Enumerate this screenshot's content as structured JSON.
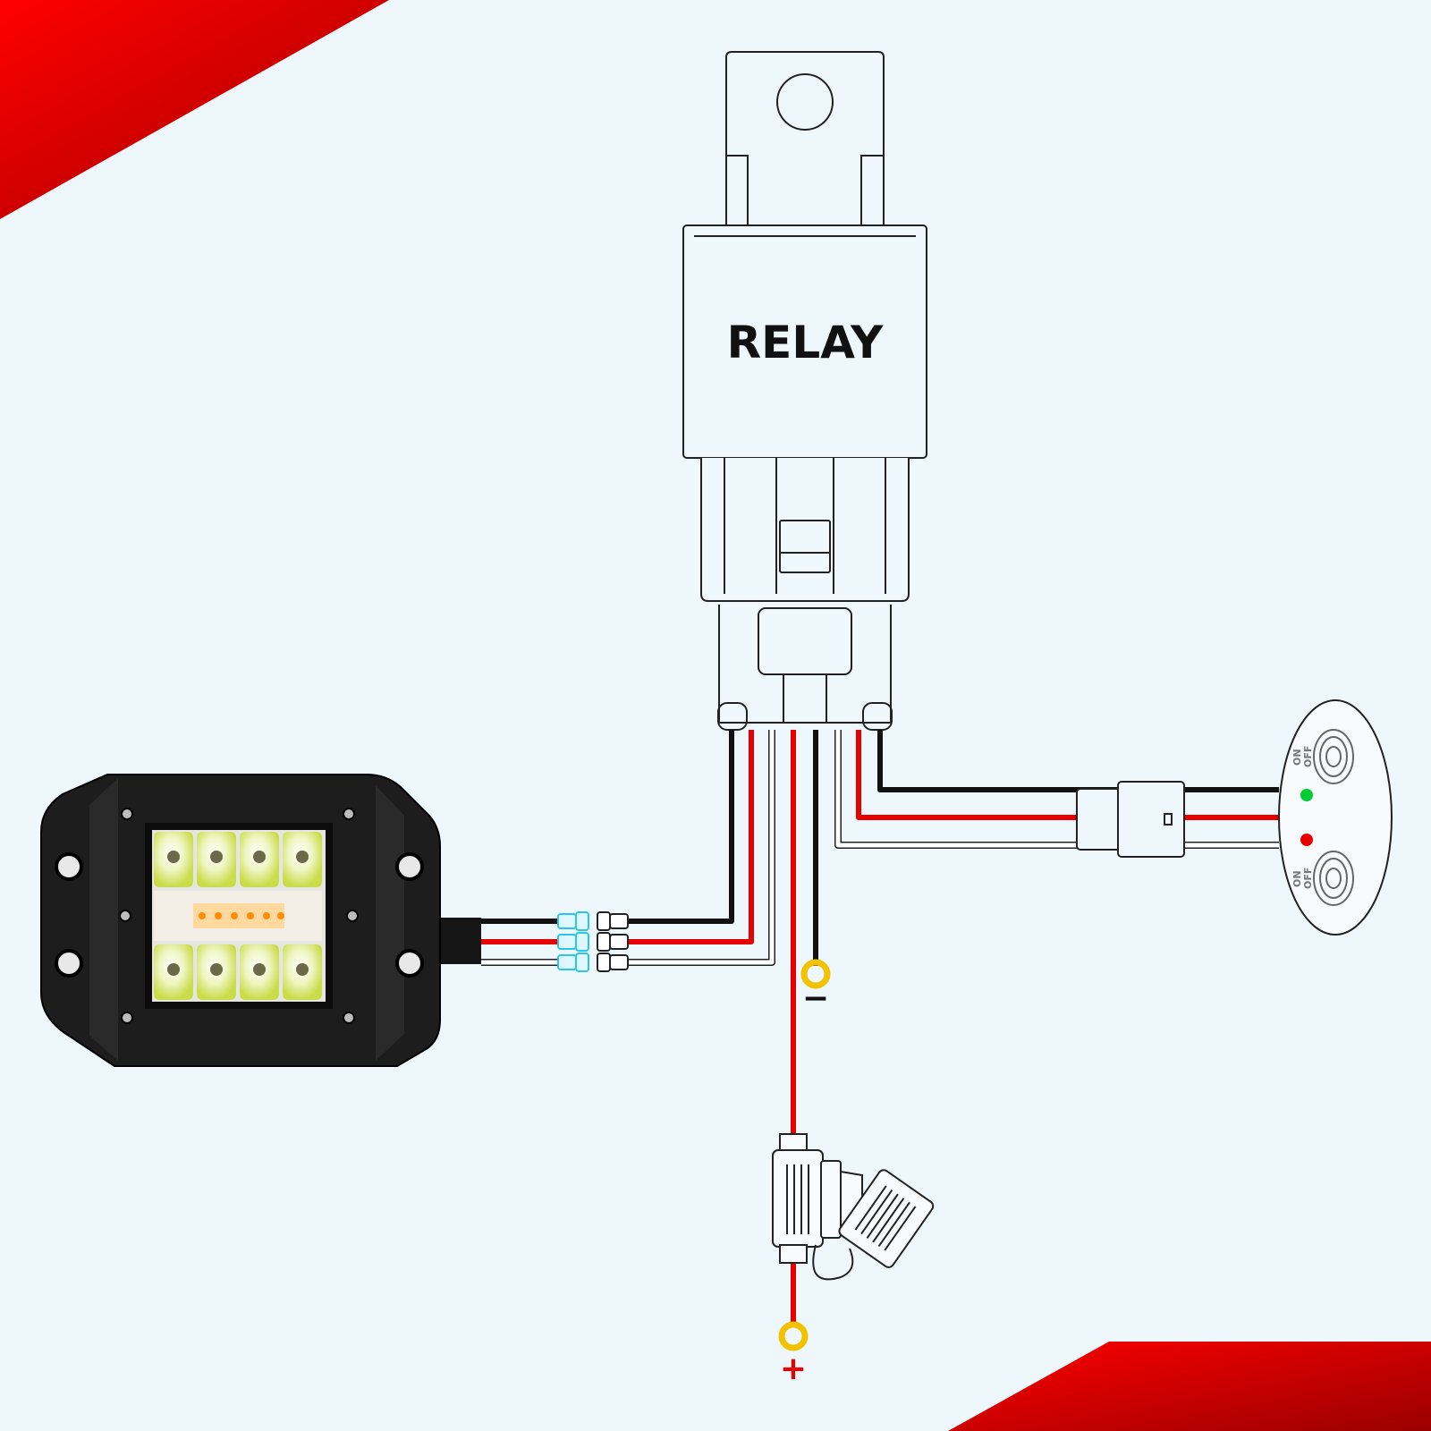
{
  "relay": {
    "label": "RELAY"
  },
  "ground": {
    "symbol": "−"
  },
  "power": {
    "symbol": "+"
  },
  "switch": {
    "on_label": "ON",
    "off_label": "OFF"
  },
  "colors": {
    "background": "#eef7fb",
    "accent_red": "#d40000",
    "wire_red": "#e60000",
    "wire_black": "#111111",
    "ring_terminal": "#f2c200",
    "connector_blue": "#2ac6e8",
    "indicator_green": "#00cc33",
    "indicator_red": "#e60000"
  },
  "icons": [
    "led-work-light",
    "relay",
    "fuse-holder",
    "rocker-switch",
    "ring-terminal",
    "spade-connector"
  ]
}
